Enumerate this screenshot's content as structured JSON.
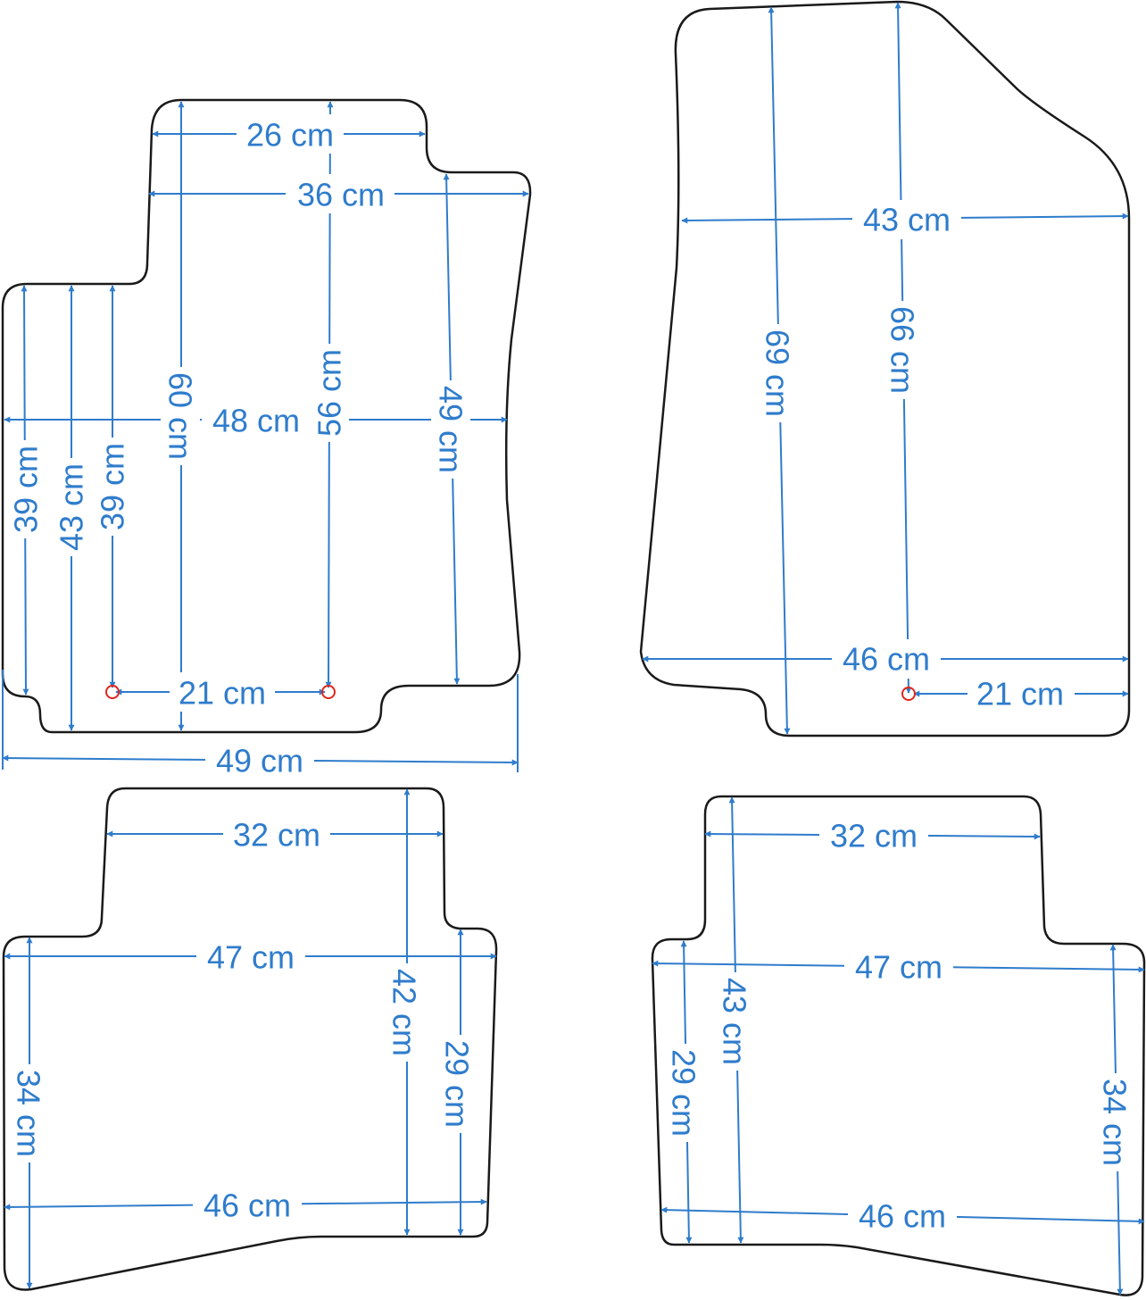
{
  "colors": {
    "dimension": "#2f7ccc",
    "outline": "#1a1a1a",
    "marker": "#e0261c"
  },
  "mats": {
    "front_left": {
      "dims": {
        "top_26": "26 cm",
        "top_36": "36 cm",
        "mid_48": "48 cm",
        "bottom_21": "21 cm",
        "overall_49": "49 cm",
        "v_39_a": "39 cm",
        "v_43": "43 cm",
        "v_39_b": "39 cm",
        "v_60": "60 cm",
        "v_56": "56 cm",
        "v_49": "49 cm"
      }
    },
    "front_right": {
      "dims": {
        "width_43": "43 cm",
        "v_69": "69 cm",
        "v_66": "66 cm",
        "bottom_46": "46 cm",
        "bottom_21": "21 cm"
      }
    },
    "rear_left": {
      "dims": {
        "top_32": "32 cm",
        "mid_47": "47 cm",
        "bottom_46": "46 cm",
        "v_34": "34 cm",
        "v_42": "42 cm",
        "v_29": "29 cm"
      }
    },
    "rear_right": {
      "dims": {
        "top_32": "32 cm",
        "mid_47": "47 cm",
        "bottom_46": "46 cm",
        "v_43": "43 cm",
        "v_29": "29 cm",
        "v_34": "34 cm"
      }
    }
  }
}
